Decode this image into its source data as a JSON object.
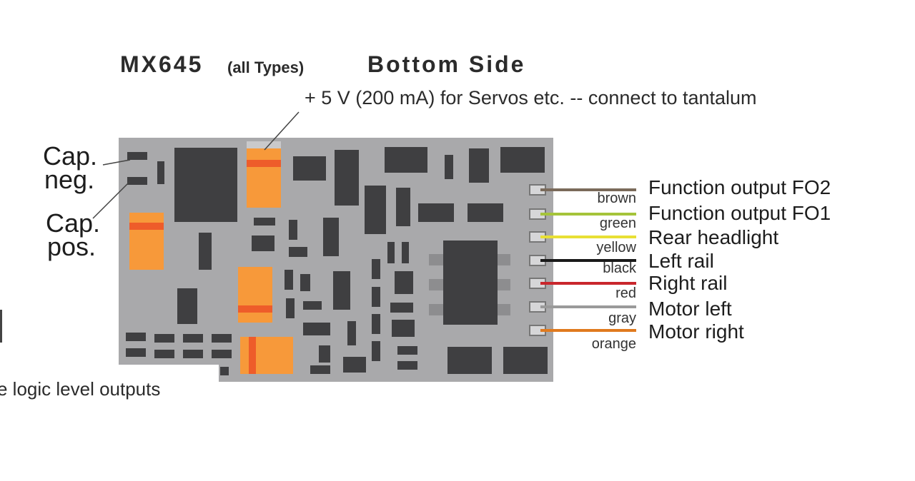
{
  "header": {
    "title": "MX645",
    "subtitle": "(all Types)",
    "side": "Bottom Side"
  },
  "note_servo": "+ 5 V (200 mA) for Servos etc. -- connect to tantalum",
  "cap_neg": [
    "Cap.",
    "neg."
  ],
  "cap_pos": [
    "Cap.",
    "pos."
  ],
  "bottom_note": "e logic level outputs",
  "wires": [
    {
      "color_name": "brown",
      "function": "Function output FO2",
      "hex": "#7a6a5a"
    },
    {
      "color_name": "green",
      "function": "Function output FO1",
      "hex": "#a5c43a"
    },
    {
      "color_name": "yellow",
      "function": "Rear headlight",
      "hex": "#e8e035"
    },
    {
      "color_name": "black",
      "function": "Left rail",
      "hex": "#1a1a1a"
    },
    {
      "color_name": "red",
      "function": "Right rail",
      "hex": "#c9262c"
    },
    {
      "color_name": "gray",
      "function": "Motor left",
      "hex": "#9a9a9a"
    },
    {
      "color_name": "orange",
      "function": "Motor right",
      "hex": "#e07a1e"
    }
  ],
  "colors": {
    "board": "#a9a9ab",
    "chip": "#3f3f41",
    "component_orange": "#f7993a"
  }
}
